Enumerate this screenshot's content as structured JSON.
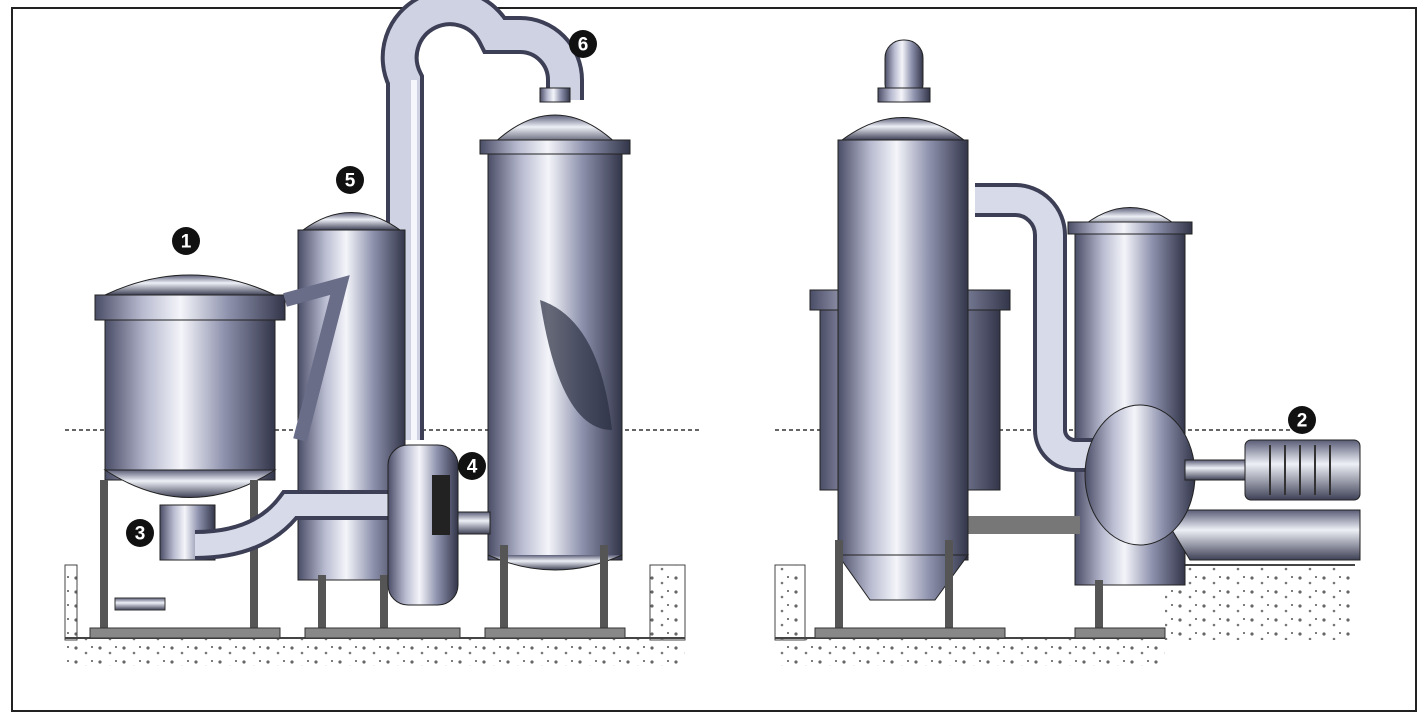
{
  "diagram": {
    "labels": [
      "1",
      "2",
      "3",
      "4",
      "5",
      "6"
    ],
    "colors": {
      "metal_dark": "#3c3f55",
      "metal_mid": "#8e92ad",
      "metal_light": "#eceef6",
      "ground": "#b9b9b9",
      "frame": "#222222"
    }
  }
}
